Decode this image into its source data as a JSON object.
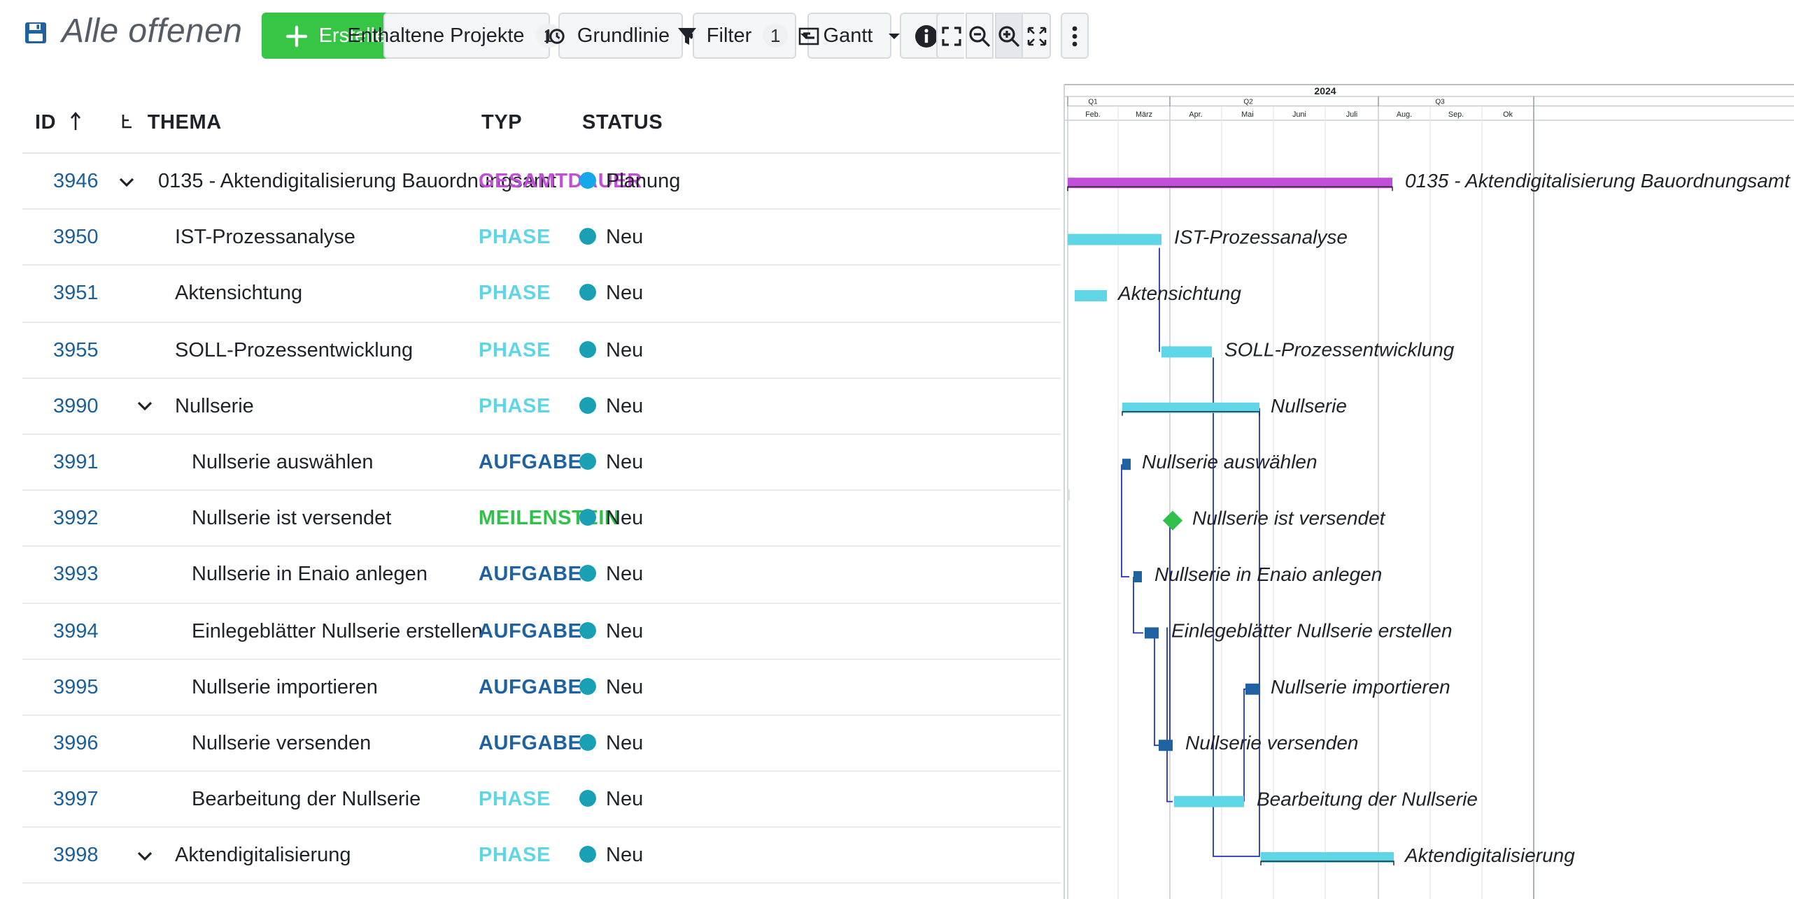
{
  "header": {
    "title": "Alle offenen"
  },
  "toolbar": {
    "create_label": "Erstellen",
    "projects_label": "Enthaltene Projekte",
    "projects_count": "1",
    "baseline_label": "Grundlinie",
    "filter_label": "Filter",
    "filter_count": "1",
    "view_label": "Gantt"
  },
  "columns": {
    "id": "ID",
    "subject": "THEMA",
    "type": "TYP",
    "status": "STATUS"
  },
  "colors": {
    "gesamtdauer": "#c24fd8",
    "phase": "#5fd6e6",
    "aufgabe": "#1f62a2",
    "meilenstein": "#2fc14a",
    "status_neu": "#1aa0b4",
    "status_planung": "#16a8e8",
    "relation": "#2233bb"
  },
  "rows": [
    {
      "id": "3946",
      "subject": "0135 - Aktendigitalisierung Bauordnungsamt",
      "type": "GESAMTDAUER",
      "status": "Planung a",
      "level": 0,
      "expandable": true
    },
    {
      "id": "3950",
      "subject": "IST-Prozessanalyse",
      "type": "PHASE",
      "status": "Neu",
      "level": 1,
      "expandable": false
    },
    {
      "id": "3951",
      "subject": "Aktensichtung",
      "type": "PHASE",
      "status": "Neu",
      "level": 1,
      "expandable": false
    },
    {
      "id": "3955",
      "subject": "SOLL-Prozessentwicklung",
      "type": "PHASE",
      "status": "Neu",
      "level": 1,
      "expandable": false
    },
    {
      "id": "3990",
      "subject": "Nullserie",
      "type": "PHASE",
      "status": "Neu",
      "level": 1,
      "expandable": true
    },
    {
      "id": "3991",
      "subject": "Nullserie auswählen",
      "type": "AUFGABE",
      "status": "Neu",
      "level": 2,
      "expandable": false
    },
    {
      "id": "3992",
      "subject": "Nullserie ist versendet",
      "type": "MEILENSTEIN",
      "status": "Neu",
      "level": 2,
      "expandable": false
    },
    {
      "id": "3993",
      "subject": "Nullserie in Enaio anlegen",
      "type": "AUFGABE",
      "status": "Neu",
      "level": 2,
      "expandable": false
    },
    {
      "id": "3994",
      "subject": "Einlegeblätter Nullserie erstellen",
      "type": "AUFGABE",
      "status": "Neu",
      "level": 2,
      "expandable": false
    },
    {
      "id": "3995",
      "subject": "Nullserie importieren",
      "type": "AUFGABE",
      "status": "Neu",
      "level": 2,
      "expandable": false
    },
    {
      "id": "3996",
      "subject": "Nullserie versenden",
      "type": "AUFGABE",
      "status": "Neu",
      "level": 2,
      "expandable": false
    },
    {
      "id": "3997",
      "subject": "Bearbeitung der Nullserie",
      "type": "PHASE",
      "status": "Neu",
      "level": 2,
      "expandable": false
    },
    {
      "id": "3998",
      "subject": "Aktendigitalisierung",
      "type": "PHASE",
      "status": "Neu",
      "level": 1,
      "expandable": true
    }
  ],
  "gantt": {
    "year": "2024",
    "quarters": [
      "Q1",
      "Q2",
      "Q3"
    ],
    "months": [
      "Feb.",
      "März",
      "Apr.",
      "Mai",
      "Juni",
      "Juli",
      "Aug.",
      "Sep.",
      "Ok"
    ],
    "bar_labels": [
      "0135 - Aktendigitalisierung Bauordnungsamt",
      "IST-Prozessanalyse",
      "Aktensichtung",
      "SOLL-Prozessentwicklung",
      "Nullserie",
      "Nullserie auswählen",
      "Nullserie ist versendet",
      "Nullserie in Enaio anlegen",
      "Einlegeblätter Nullserie erstellen",
      "Nullserie importieren",
      "Nullserie versenden",
      "Bearbeitung der Nullserie",
      "Aktendigitalisierung"
    ]
  }
}
